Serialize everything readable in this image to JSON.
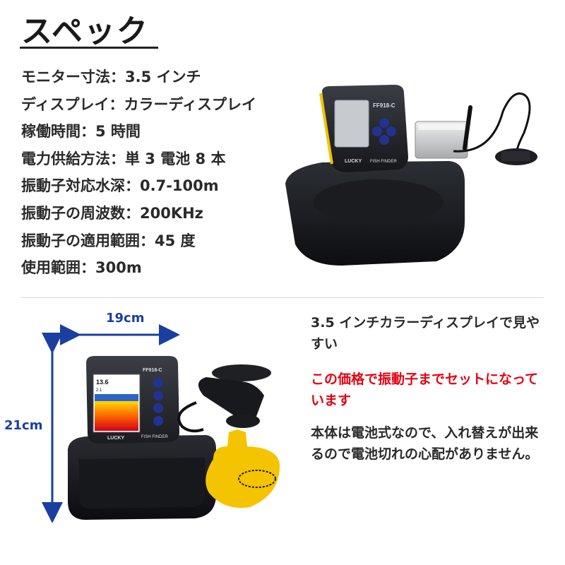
{
  "heading": "スペック",
  "specs": [
    "モニター寸法：3.5 インチ",
    "ディスプレイ：カラーディスプレイ",
    "稼働時間：5 時間",
    "電力供給方法：単 3 電池 8 本",
    "振動子対応水深：0.7-100m",
    "振動子の周波数：200KHz",
    "振動子の適用範囲：45 度",
    "使用範囲：300m"
  ],
  "product": {
    "screen_model": "FF918-C",
    "brand": "LUCKY",
    "panel_label": "FISH FINDER",
    "screen_depth": "13.6",
    "screen_temp": "2.1"
  },
  "dimensions": {
    "width": "19cm",
    "height": "21cm"
  },
  "descriptions": {
    "p1": "3.5 インチカラーディスプレイで見やすい",
    "p2": "この価格で振動子までセットになっています",
    "p3": "本体は電池式なので、入れ替えが出来るので電池切れの心配がありません。"
  },
  "colors": {
    "accent_red": "#e60012",
    "dimension_blue": "#1a3fa0",
    "transducer_yellow": "#f5c400"
  }
}
